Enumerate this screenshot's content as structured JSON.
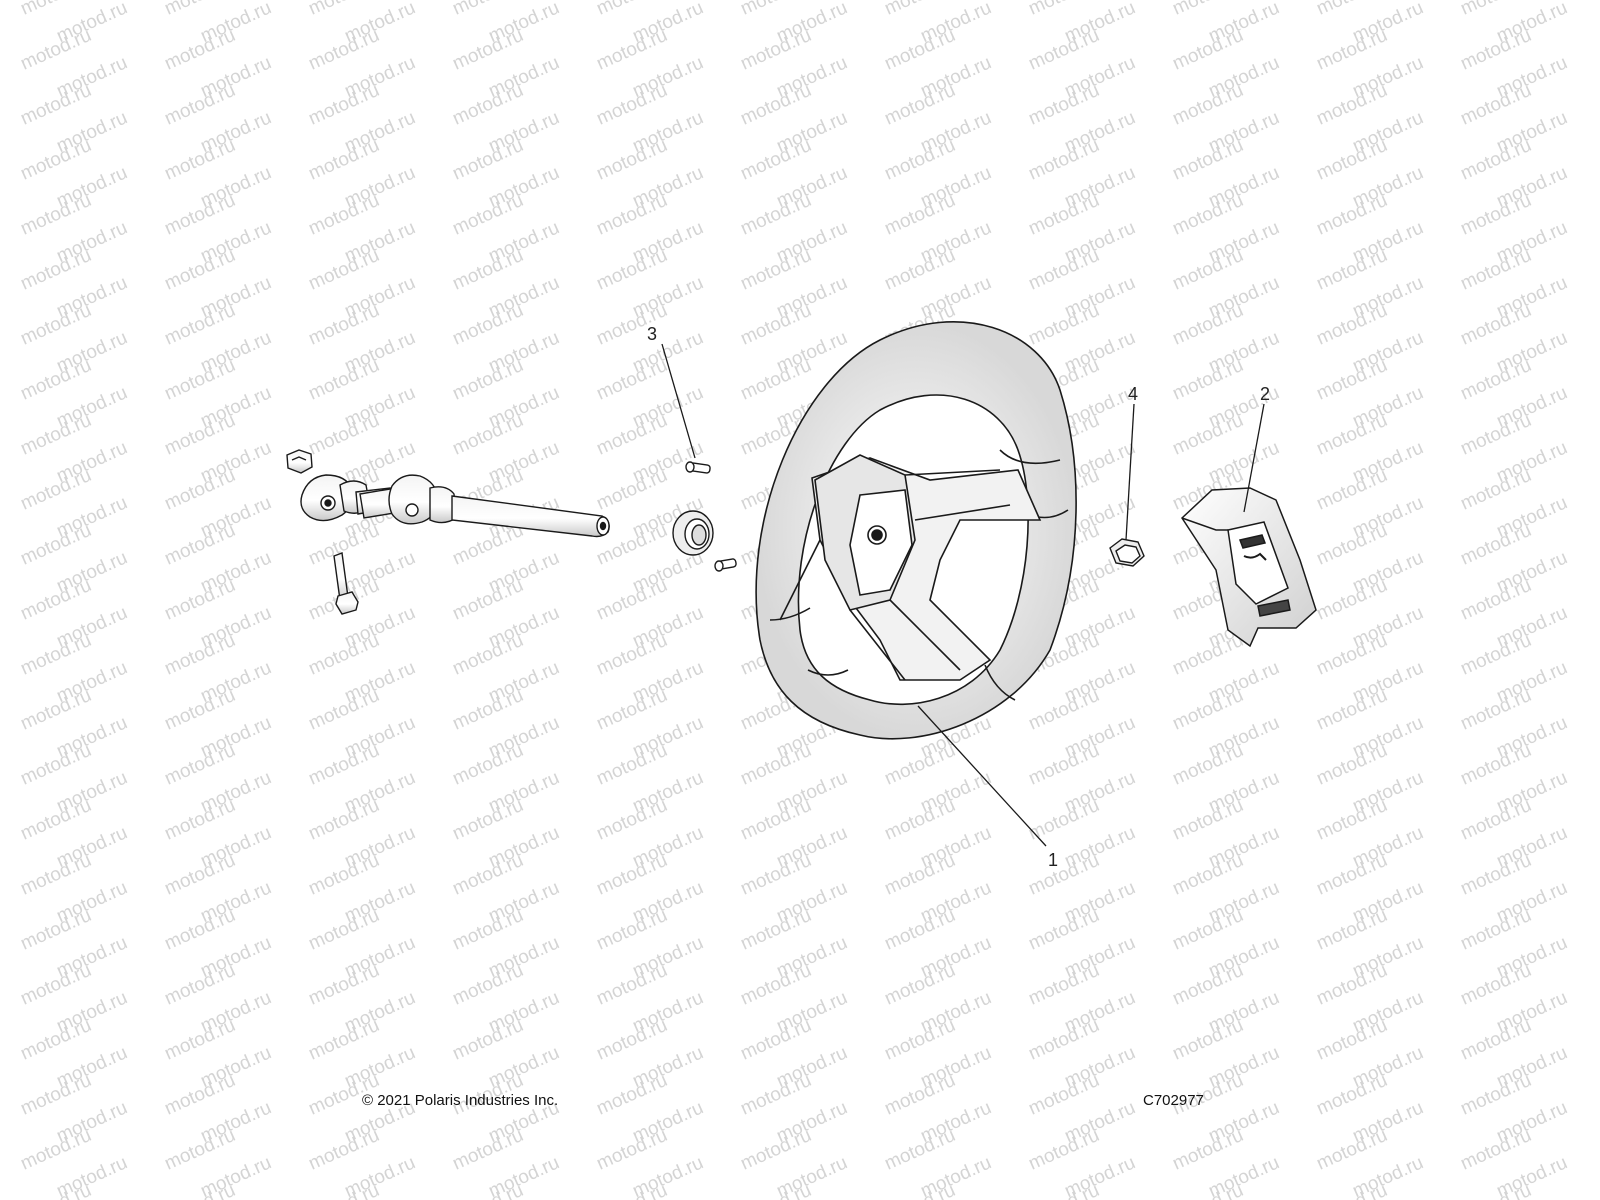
{
  "watermark": {
    "text": "motod.ru",
    "color": "#d4d4d4"
  },
  "callouts": [
    {
      "id": "1",
      "label": "1",
      "part": "steering-wheel"
    },
    {
      "id": "2",
      "label": "2",
      "part": "center-cover"
    },
    {
      "id": "3",
      "label": "3",
      "part": "screw"
    },
    {
      "id": "4",
      "label": "4",
      "part": "nut"
    }
  ],
  "footer": {
    "copyright": "© 2021 Polaris Industries Inc.",
    "figure_id": "C702977"
  },
  "colors": {
    "line": "#1a1a1a",
    "background": "#ffffff"
  }
}
